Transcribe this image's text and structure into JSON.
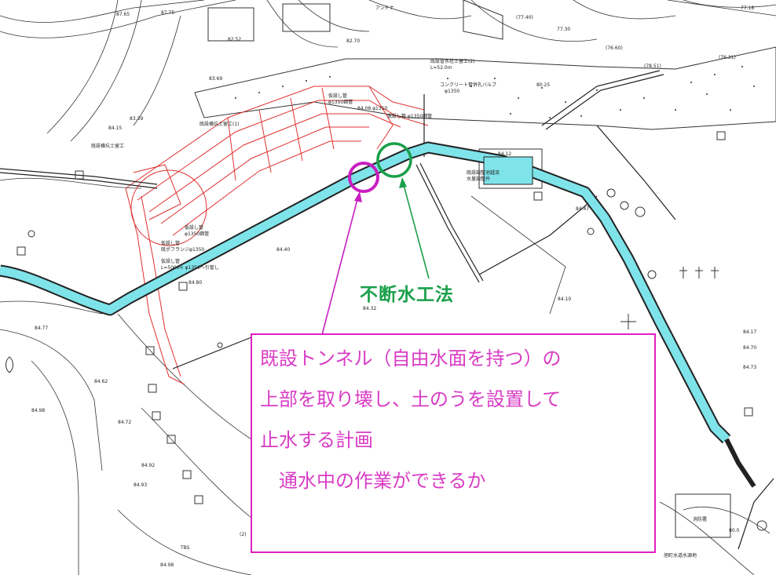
{
  "annotation": {
    "method_label": "不断水工法",
    "note_lines": [
      "既設トンネル（自由水面を持つ）の",
      "上部を取り壊し、土のうを設置して",
      "止水する計画",
      "通水中の作業ができるか"
    ],
    "colors": {
      "method": "#1aa04a",
      "note": "#d83cc4",
      "pipe": "#7fe3ea",
      "existing": "#e03030"
    }
  },
  "map_labels": [
    "87.65",
    "87.75",
    "アンテナ",
    "(77.40)",
    "77.30",
    "(76.60)",
    "77.18",
    "(76.31)",
    "82.52",
    "82.70",
    "80.25",
    "(78.51)",
    "既設管水栓土留工(2)",
    "L=52.0m",
    "コンクリート管併孔バルブ",
    "φ1350",
    "83.69",
    "仮設し管",
    "φ1350鋼管",
    "84.08 φ1350",
    "既設横坑土留工(1)",
    "既設横坑土留工",
    "84.15",
    "83.39",
    "84.12",
    "既設調整池越流",
    "水量調整弁",
    "仮設し管 φ1350鋼管",
    "84.47",
    "仮設し管",
    "φ1350鋼管",
    "仮設し管",
    "既ポフランジφ1350",
    "仮設し管",
    "L=5000× φ1350ヘ引管し",
    "84.40",
    "84.80",
    "84.32",
    "84.10",
    "84.17",
    "84.70",
    "84.73",
    "84.77",
    "84.98",
    "84.92",
    "84.93",
    "84.62",
    "84.72",
    "(2)",
    "TBS",
    "84.98",
    "80.0",
    "消防署",
    "旭町水道水源地"
  ]
}
